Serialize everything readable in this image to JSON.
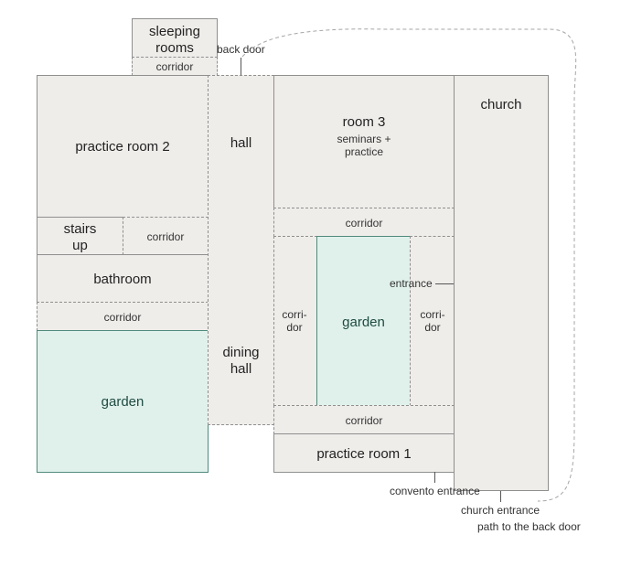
{
  "rooms": {
    "sleeping_rooms": [
      "sleeping",
      "rooms"
    ],
    "corridor_top": "corridor",
    "practice_room_2": "practice room 2",
    "hall": "hall",
    "room_3": "room 3",
    "room_3_sub": [
      "seminars +",
      "practice"
    ],
    "church": "church",
    "stairs_up": [
      "stairs",
      "up"
    ],
    "corridor_left_mid": "corridor",
    "bathroom": "bathroom",
    "corridor_left_low": "corridor",
    "garden_left": "garden",
    "dining_hall": [
      "dining",
      "hall"
    ],
    "corridor_right_top": "corridor",
    "corridor_right_left": [
      "corri-",
      "dor"
    ],
    "garden_center": "garden",
    "corridor_right_right": [
      "corri-",
      "dor"
    ],
    "corridor_right_bottom": "corridor",
    "practice_room_1": "practice room 1"
  },
  "annotations": {
    "back_door": "back door",
    "entrance": "entrance",
    "convento_entrance": "convento entrance",
    "church_entrance": "church entrance",
    "path_to_back_door": "path to the back door"
  }
}
